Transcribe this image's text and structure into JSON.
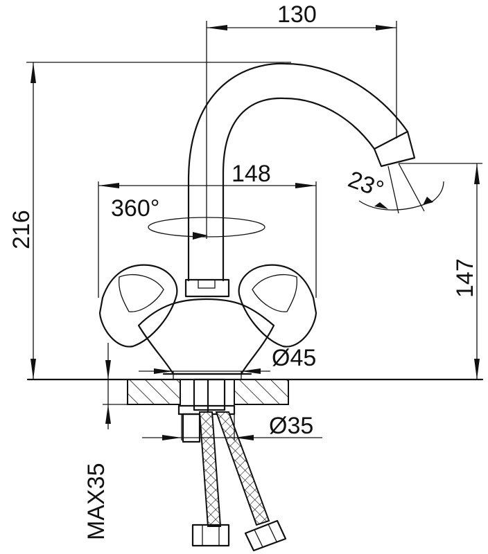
{
  "dimensions": {
    "spout_reach": "130",
    "total_height": "216",
    "handle_span": "148",
    "rotation": "360°",
    "spout_angle": "23°",
    "outlet_height": "147",
    "base_diameter": "Ø45",
    "hole_diameter": "Ø35",
    "max_thickness": "MAX35"
  }
}
